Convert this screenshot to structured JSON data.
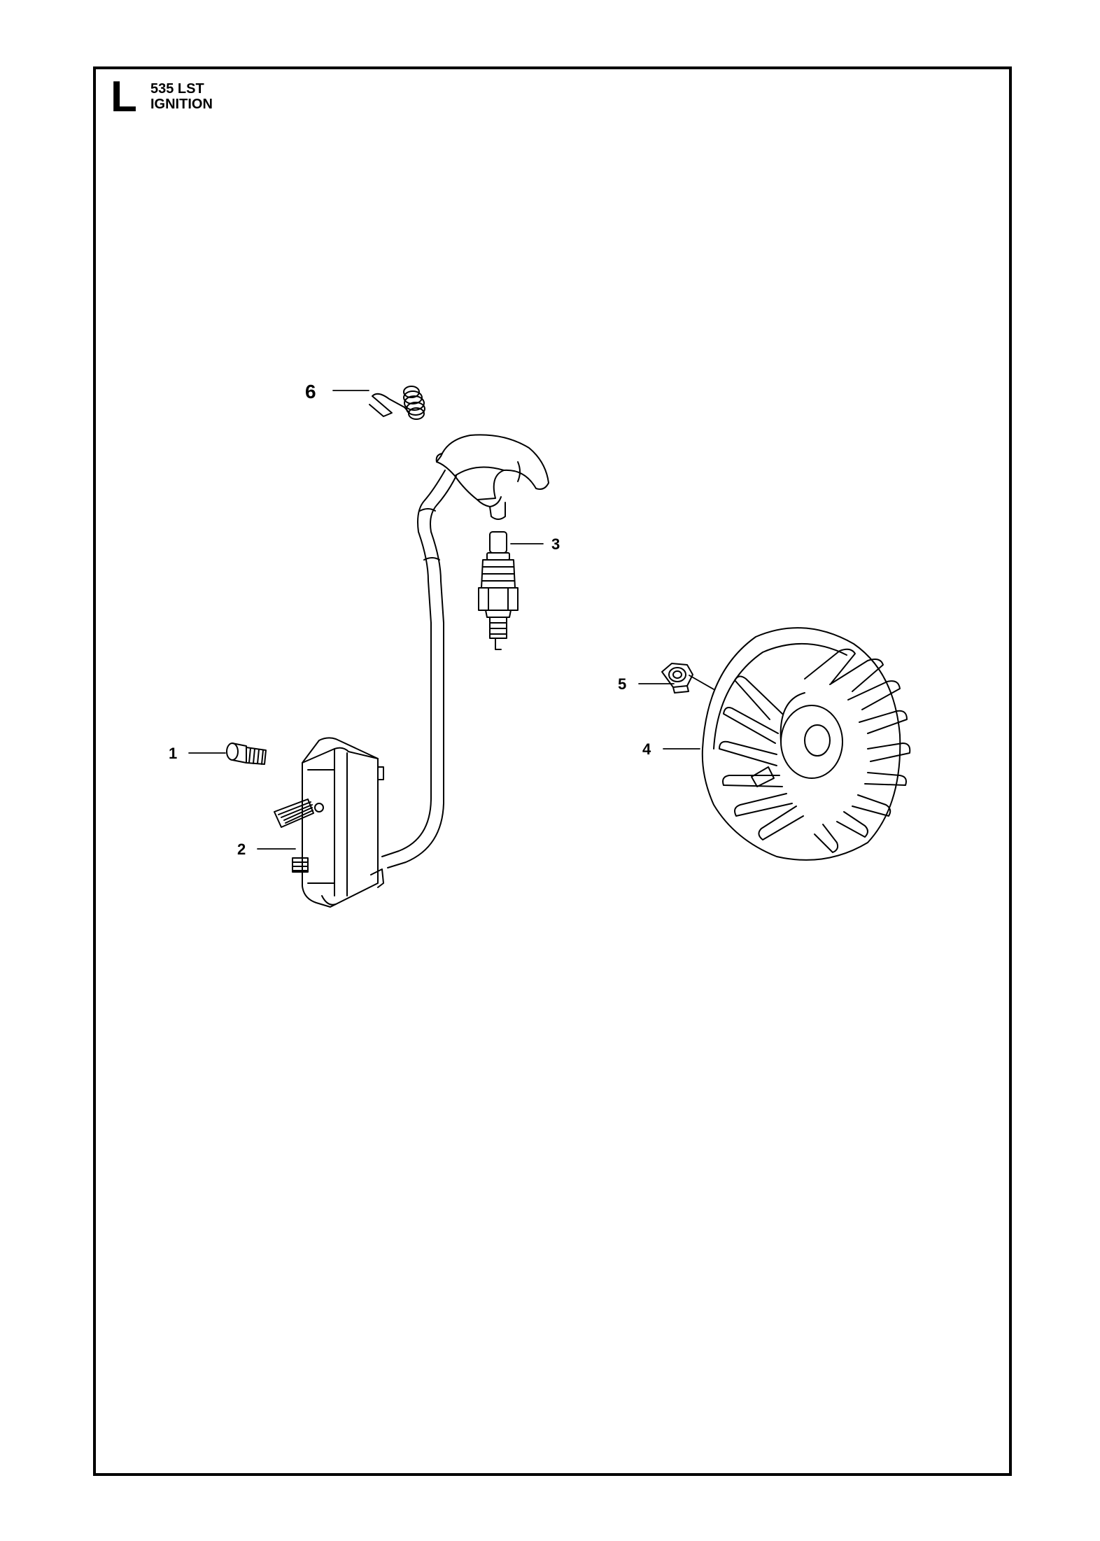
{
  "header": {
    "section_letter": "L",
    "model": "535 LST",
    "title": "IGNITION"
  },
  "callouts": [
    {
      "id": "1",
      "label": "1"
    },
    {
      "id": "2",
      "label": "2"
    },
    {
      "id": "3",
      "label": "3"
    },
    {
      "id": "4",
      "label": "4"
    },
    {
      "id": "5",
      "label": "5"
    },
    {
      "id": "6",
      "label": "6"
    }
  ]
}
